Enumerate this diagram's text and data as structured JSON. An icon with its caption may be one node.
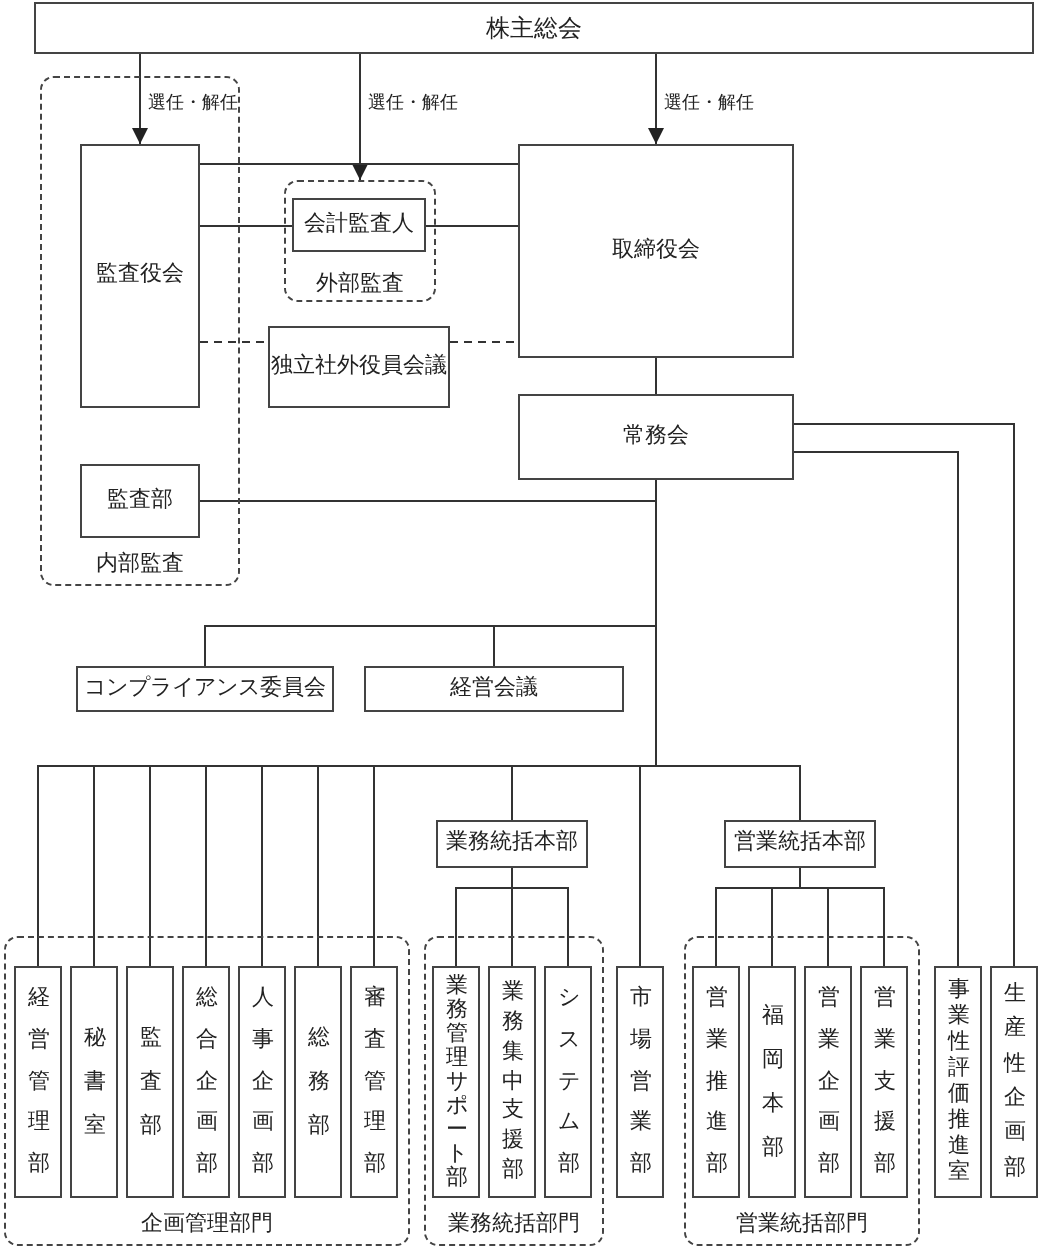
{
  "diagram": {
    "nodes": [
      {
        "text": [
          "株主総会"
        ]
      },
      {
        "text": [
          "内部監査"
        ]
      },
      {
        "text": [
          "監査役会"
        ],
        "in": 1
      },
      {
        "text": [
          "監査部"
        ],
        "in": 1
      },
      {
        "text": [
          "外部監査"
        ]
      },
      {
        "text": [
          "会計監査人"
        ],
        "in": 4
      },
      {
        "text": [
          "取締役会"
        ]
      },
      {
        "text": [
          "独立社外役員会議"
        ]
      },
      {
        "text": [
          "常務会"
        ]
      },
      {
        "text": [
          "コンプライアンス委員会"
        ]
      },
      {
        "text": [
          "経営会議"
        ]
      },
      {
        "text": [
          "企画管理部門"
        ]
      },
      {
        "text": [
          "経営管理部"
        ],
        "in": 11
      },
      {
        "text": [
          "秘書室"
        ],
        "in": 11
      },
      {
        "text": [
          "監査部"
        ],
        "in": 11
      },
      {
        "text": [
          "総合企画部"
        ],
        "in": 11
      },
      {
        "text": [
          "人事企画部"
        ],
        "in": 11
      },
      {
        "text": [
          "総務部"
        ],
        "in": 11
      },
      {
        "text": [
          "審査管理部"
        ],
        "in": 11
      },
      {
        "text": [
          "業務統括本部"
        ]
      },
      {
        "text": [
          "業務統括部門"
        ]
      },
      {
        "text": [
          "業務管理サポート部"
        ],
        "in": 20
      },
      {
        "text": [
          "業務集中支援部"
        ],
        "in": 20
      },
      {
        "text": [
          "システム部"
        ],
        "in": 20
      },
      {
        "text": [
          "市場営業部"
        ]
      },
      {
        "text": [
          "営業統括本部"
        ]
      },
      {
        "text": [
          "営業統括部門"
        ]
      },
      {
        "text": [
          "営業推進部"
        ],
        "in": 26
      },
      {
        "text": [
          "福岡本部"
        ],
        "in": 26
      },
      {
        "text": [
          "営業企画部"
        ],
        "in": 26
      },
      {
        "text": [
          "営業支援部"
        ],
        "in": 26
      },
      {
        "text": [
          "事業性評価推進室"
        ]
      },
      {
        "text": [
          "生産性企画部"
        ]
      }
    ],
    "edges": [
      {
        "from": 0,
        "to": 2,
        "arrow": "to",
        "label": "選任・解任"
      },
      {
        "from": 0,
        "to": 4,
        "arrow": "to",
        "label": "選任・解任"
      },
      {
        "from": 0,
        "to": 6,
        "arrow": "to",
        "label": "選任・解任"
      },
      {
        "from": 2,
        "to": 6,
        "arrow": "none"
      },
      {
        "from": 2,
        "to": 5,
        "arrow": "none"
      },
      {
        "from": 5,
        "to": 6,
        "arrow": "none"
      },
      {
        "from": 2,
        "to": 7,
        "arrow": "none",
        "style": "dashed"
      },
      {
        "from": 7,
        "to": 6,
        "arrow": "none",
        "style": "dashed"
      },
      {
        "from": 6,
        "to": 8,
        "arrow": "none"
      },
      {
        "from": 8,
        "to": 3,
        "arrow": "none"
      },
      {
        "from": 8,
        "to": 9,
        "arrow": "none"
      },
      {
        "from": 8,
        "to": 10,
        "arrow": "none"
      },
      {
        "from": 8,
        "to": 12,
        "arrow": "none"
      },
      {
        "from": 8,
        "to": 13,
        "arrow": "none"
      },
      {
        "from": 8,
        "to": 14,
        "arrow": "none"
      },
      {
        "from": 8,
        "to": 15,
        "arrow": "none"
      },
      {
        "from": 8,
        "to": 16,
        "arrow": "none"
      },
      {
        "from": 8,
        "to": 17,
        "arrow": "none"
      },
      {
        "from": 8,
        "to": 18,
        "arrow": "none"
      },
      {
        "from": 8,
        "to": 19,
        "arrow": "none"
      },
      {
        "from": 8,
        "to": 24,
        "arrow": "none"
      },
      {
        "from": 8,
        "to": 25,
        "arrow": "none"
      },
      {
        "from": 8,
        "to": 31,
        "arrow": "none"
      },
      {
        "from": 8,
        "to": 32,
        "arrow": "none"
      },
      {
        "from": 19,
        "to": 21,
        "arrow": "none"
      },
      {
        "from": 19,
        "to": 22,
        "arrow": "none"
      },
      {
        "from": 19,
        "to": 23,
        "arrow": "none"
      },
      {
        "from": 25,
        "to": 27,
        "arrow": "none"
      },
      {
        "from": 25,
        "to": 28,
        "arrow": "none"
      },
      {
        "from": 25,
        "to": 29,
        "arrow": "none"
      },
      {
        "from": 25,
        "to": 30,
        "arrow": "none"
      }
    ]
  }
}
